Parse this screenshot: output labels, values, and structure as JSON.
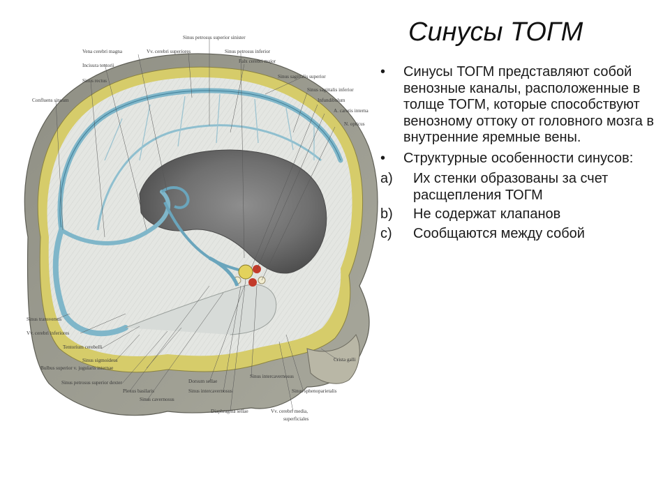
{
  "slide": {
    "title": "Синусы ТОГМ",
    "bullets": [
      "Синусы ТОГМ представляют собой венозные каналы, расположенные в толще ТОГМ, которые способствуют венозному оттоку от головного мозга в внутренние яремные  вены.",
      "Структурные особенности синусов:"
    ],
    "bullet_marker": "•",
    "subitems": [
      {
        "marker": "a)",
        "text": "Их стенки образованы за счет расщепления ТОГМ"
      },
      {
        "marker": "b)",
        "text": "Не содержат клапанов"
      },
      {
        "marker": "c)",
        "text": "Сообщаются между собой"
      }
    ]
  },
  "figure": {
    "labels": {
      "sinus_petrosus_superior_sinister": "Sinus petrosus superior sinister",
      "vena_cerebri_magna": "Vena cerebri magna",
      "vv_cerebri_superiores": "Vv. cerebri superiores",
      "sinus_petrosus_inferior": "Sinus petrosus inferior",
      "falx_cerebri_major": "Falx cerebri major",
      "incisura_tentorii": "Incisura tentorii",
      "sinus_sagittalis_superior": "Sinus sagittalis superior",
      "sinus_rectus": "Sinus rectus",
      "sinus_sagittalis_inferior": "Sinus sagittalis inferior",
      "infundibulum": "Infundibulum",
      "confluens_sinuum": "Confluens sinuum",
      "a_carotis_interna": "A. carotis interna",
      "n_opticus": "N. opticus",
      "sinus_transversus": "Sinus transversus",
      "vv_cerebri_inferiores": "Vv. cerebri inferiores",
      "tentorium_cerebelli": "Tentorium cerebelli",
      "crista_galli": "Crista galli",
      "sinus_sigmoideus": "Sinus sigmoideus",
      "bulbus_superior": "Bulbus superior v. jugularis internae",
      "dorsum_sellae": "Dorsum sellae",
      "sinus_intercavernosus_1": "Sinus intercavernosus",
      "sinus_petrosus_superior_dexter": "Sinus petrosus superior dexter",
      "sinus_sphenoparietalis": "Sinus sphenoparietalis",
      "plexus_basilaris": "Plexus basilaris",
      "sinus_intercavernosus_2": "Sinus intercavernosus",
      "sinus_cavernosus": "Sinus cavernosus",
      "diaphragma_sellae": "Diaphragma sellae",
      "vv_cerebri_media_1": "Vv. cerebri media,",
      "vv_cerebri_media_2": "superficiales"
    }
  }
}
